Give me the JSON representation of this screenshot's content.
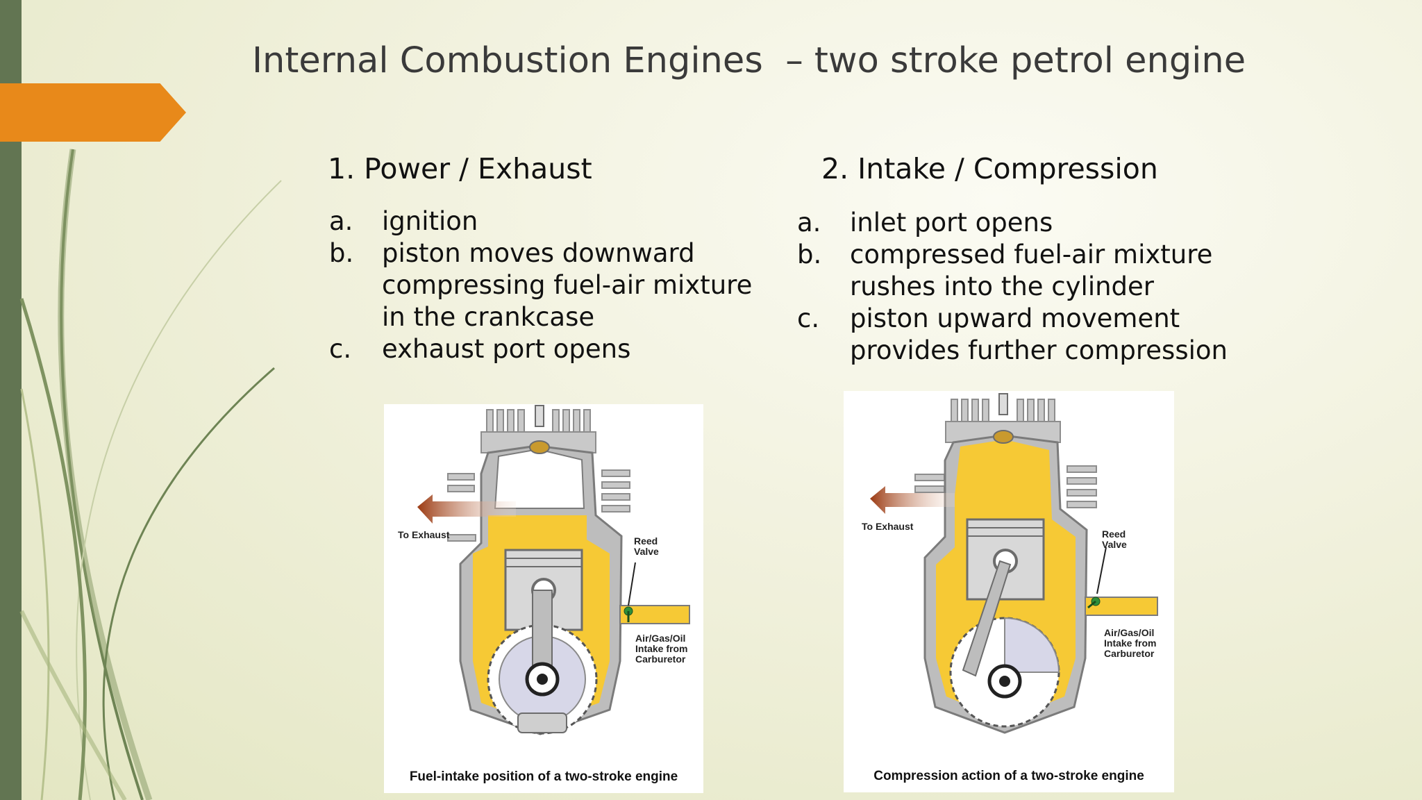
{
  "slide": {
    "title": "Internal Combustion Engines  – two stroke petrol engine"
  },
  "columns": [
    {
      "heading": "1. Power / Exhaust",
      "items": [
        {
          "letter": "a.",
          "text": "ignition"
        },
        {
          "letter": "b.",
          "text": "piston moves downward compressing fuel-air mixture in the crankcase"
        },
        {
          "letter": "c.",
          "text": "exhaust port opens"
        }
      ]
    },
    {
      "heading": "2. Intake / Compression",
      "items": [
        {
          "letter": "a.",
          "text": "inlet port opens"
        },
        {
          "letter": "b.",
          "text": "compressed fuel-air mixture rushes into the cylinder"
        },
        {
          "letter": "c.",
          "text": "piston upward movement provides further compression"
        }
      ]
    }
  ],
  "figures": [
    {
      "exhaust_label": "To Exhaust",
      "valve_label": "Reed Valve",
      "intake_label": "Air/Gas/Oil Intake from Carburetor",
      "caption": "Fuel-intake position of a two-stroke engine"
    },
    {
      "exhaust_label": "To Exhaust",
      "valve_label": "Reed Valve",
      "intake_label": "Air/Gas/Oil Intake from Carburetor",
      "caption": "Compression action of a two-stroke engine"
    }
  ],
  "colors": {
    "accent": "#e8891a",
    "side_bar": "#627552",
    "fuel_mixture": "#f6c935",
    "exhaust_arrow": "#9b3a12"
  }
}
